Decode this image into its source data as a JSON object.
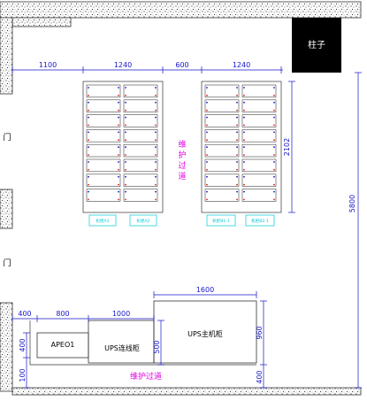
{
  "labels": {
    "pillar": "柱子",
    "door_top": "门",
    "door_bottom": "门",
    "maintenance_vertical": [
      "维",
      "护",
      "过",
      "道"
    ],
    "maintenance_bottom": "维护过道",
    "apeo1": "APEO1",
    "ups_cabinet": "UPS连线柜",
    "ups_main": "UPS主机柜"
  },
  "dimensions": {
    "top_1100": "1100",
    "top_1240_left": "1240",
    "top_600": "600",
    "top_1240_right": "1240",
    "right_2102": "2102",
    "right_5800": "5800",
    "ups_1600": "1600",
    "bot_400": "400",
    "bot_800": "800",
    "bot_1000": "1000",
    "left_400": "400",
    "left_100": "100",
    "mid_500": "500",
    "right_960": "960",
    "right_400": "400"
  },
  "tags": [
    "机柜A1",
    "机柜A2",
    "机柜B1-1",
    "机柜B2-1"
  ],
  "colors": {
    "dimension": "#1515c8",
    "magenta": "#e000e0",
    "tag": "#00c8d8",
    "wall": "#333333",
    "pillar": "#000000"
  }
}
